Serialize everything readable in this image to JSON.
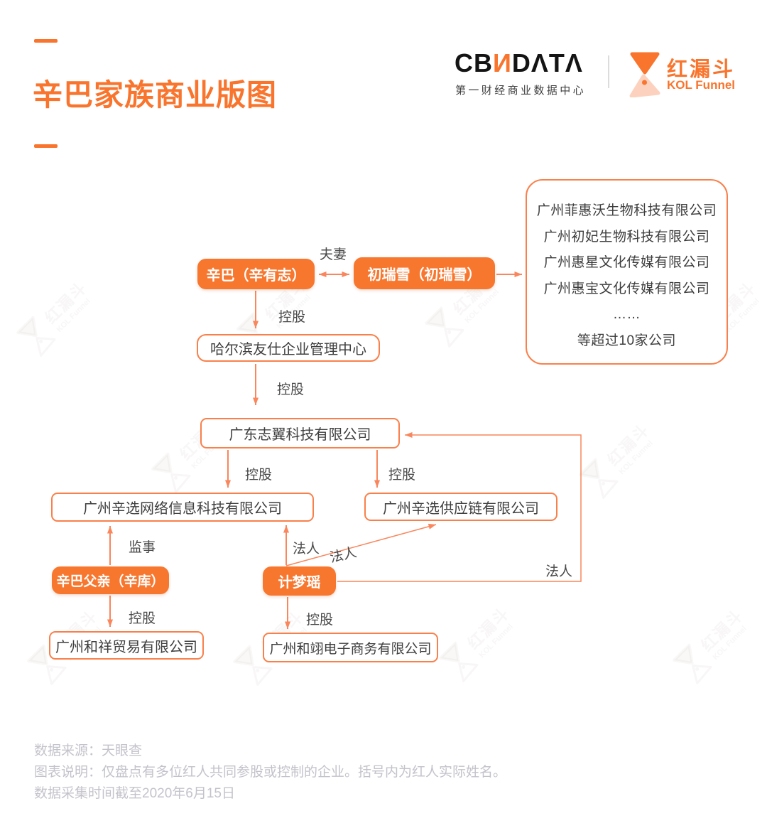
{
  "title": {
    "text": "辛巴家族商业版图"
  },
  "brand": {
    "cbn": {
      "c1": "CB",
      "c2": "И",
      "c3": "DΛTΛ",
      "subtitle": "第一财经商业数据中心"
    },
    "kol": {
      "name": "红漏斗",
      "sub": "KOL Funnel"
    }
  },
  "nodes": [
    {
      "id": "xinba",
      "label": "辛巴（辛有志）",
      "type": "person"
    },
    {
      "id": "churuixue",
      "label": "初瑞雪（初瑞雪）",
      "type": "person"
    },
    {
      "id": "harbin",
      "label": "哈尔滨友仕企业管理中心",
      "type": "company"
    },
    {
      "id": "zhiyi",
      "label": "广东志翼科技有限公司",
      "type": "company"
    },
    {
      "id": "wangluo",
      "label": "广州辛选网络信息科技有限公司",
      "type": "company"
    },
    {
      "id": "gongyinglian",
      "label": "广州辛选供应链有限公司",
      "type": "company"
    },
    {
      "id": "xinbafuqin",
      "label": "辛巴父亲（辛库）",
      "type": "person"
    },
    {
      "id": "jimengyao",
      "label": "计梦瑶",
      "type": "person"
    },
    {
      "id": "hexiang",
      "label": "广州和祥贸易有限公司",
      "type": "company"
    },
    {
      "id": "heyi",
      "label": "广州和翊电子商务有限公司",
      "type": "company"
    }
  ],
  "company_list": [
    "广州菲惠沃生物科技有限公司",
    "广州初妃生物科技有限公司",
    "广州惠星文化传媒有限公司",
    "广州惠宝文化传媒有限公司",
    "……",
    "等超过10家公司"
  ],
  "edges": [
    {
      "id": "fuqi",
      "label": "夫妻"
    },
    {
      "id": "kg1",
      "label": "控股"
    },
    {
      "id": "kg2",
      "label": "控股"
    },
    {
      "id": "kg3",
      "label": "控股"
    },
    {
      "id": "kg4",
      "label": "控股"
    },
    {
      "id": "jianshi",
      "label": "监事"
    },
    {
      "id": "faren1",
      "label": "法人"
    },
    {
      "id": "faren2",
      "label": "法人"
    },
    {
      "id": "faren3",
      "label": "法人"
    },
    {
      "id": "kg5",
      "label": "控股"
    },
    {
      "id": "kg6",
      "label": "控股"
    }
  ],
  "watermark": {
    "name": "红漏斗",
    "sub": "KOL Funnel"
  },
  "footer": {
    "lines": [
      "数据来源：天眼查",
      "图表说明：仅盘点有多位红人共同参股或控制的企业。括号内为红人实际姓名。",
      "数据采集时间截至2020年6月15日"
    ]
  },
  "colors": {
    "accent": "#F9742C",
    "box_fill": "#F8772F",
    "border": "#F9804B",
    "arrow": "#F9865C",
    "label_gray": "#4A4A4A",
    "footer_gray": "#C3C3CB"
  }
}
